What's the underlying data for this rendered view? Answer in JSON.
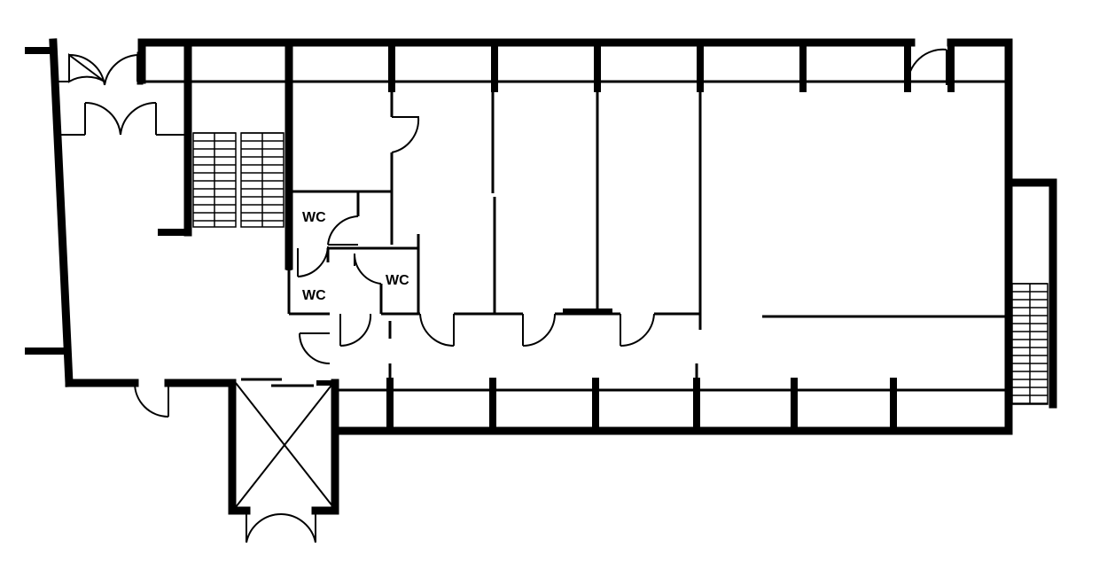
{
  "rooms": {
    "wc_1": {
      "label": "WC"
    },
    "wc_2": {
      "label": "WC"
    },
    "wc_3": {
      "label": "WC"
    }
  },
  "colors": {
    "wall": "#000000",
    "background": "#ffffff"
  }
}
